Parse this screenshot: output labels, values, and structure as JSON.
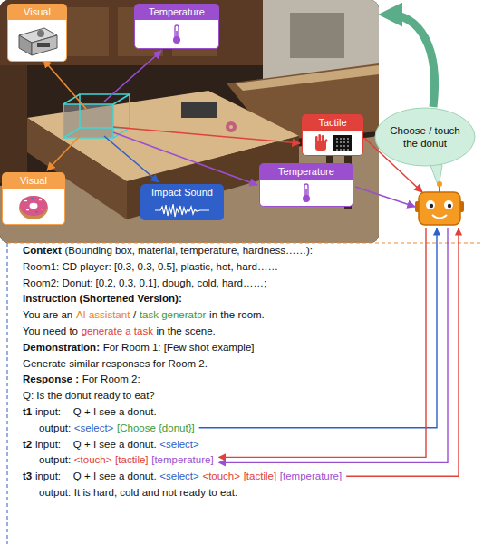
{
  "diagram": {
    "nodes": [
      {
        "text": [
          "Visual"
        ]
      },
      {
        "text": [
          "Temperature"
        ]
      },
      {
        "text": [
          "Tactile"
        ]
      },
      {
        "text": [
          "Visual"
        ]
      },
      {
        "text": [
          "Impact Sound"
        ]
      },
      {
        "text": [
          "Temperature"
        ]
      },
      {
        "text": [
          "Choose / touch the donut"
        ]
      }
    ],
    "labels": [
      "Context",
      "(Bounding box, material, temperature, hardness……):",
      "Room1: CD player: [0.3, 0.3, 0.5], plastic, hot, hard……",
      "Room2: Donut: [0.2, 0.3, 0.1], dough, cold, hard……;",
      "Instruction (Shortened Version):",
      "You are an",
      "AI assistant",
      "/",
      "task generator",
      "in the room.",
      "You need to",
      "generate a task",
      "in the scene.",
      "Demonstration:",
      "For Room 1: [Few shot example]",
      "Generate similar responses for Room 2.",
      "Response :",
      "For Room 2:",
      "Q: Is the donut ready to eat?",
      "t1",
      "input:",
      "Q + I see a donut.",
      "output:",
      "<select>",
      "[Choose {donut}]",
      "t2",
      "input:",
      "Q + I see a donut.",
      "<select>",
      "output:",
      "<touch>",
      "[tactile]",
      "[temperature]",
      "t3",
      "input:",
      "Q + I see a donut.",
      "<select>",
      "<touch>",
      "[tactile]",
      "[temperature]",
      "output:",
      "It is hard, cold and not ready to eat."
    ]
  }
}
